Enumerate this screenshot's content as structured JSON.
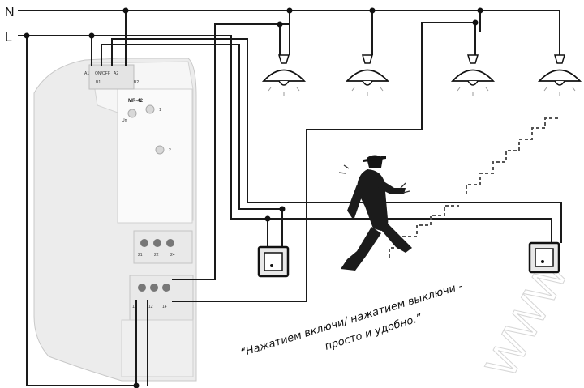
{
  "rails": {
    "neutral": "N",
    "line": "L"
  },
  "relay": {
    "model": "MR-42",
    "terminals_top": [
      "A1",
      "ON/OFF",
      "A2"
    ],
    "terminals_top2": [
      "B1",
      "B2"
    ],
    "terminals_mid": [
      "21",
      "22",
      "24"
    ],
    "terminals_bottom": [
      "11",
      "12",
      "14"
    ],
    "led_un": "Un",
    "led_1": "1",
    "led_2": "2"
  },
  "slogan": {
    "line1": "“Нажатием включи/ нажатием выключи -",
    "line2": "просто и удобно.”"
  },
  "watermark": "WWW",
  "icons": [
    "lamp-icon",
    "switch-icon",
    "walking-person-icon",
    "staircase-icon"
  ]
}
